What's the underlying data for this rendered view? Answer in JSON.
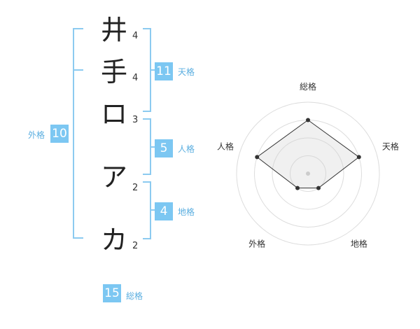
{
  "name": {
    "chars": [
      "井",
      "手",
      "ロ",
      "ア",
      "カ"
    ],
    "strokes": [
      "4",
      "4",
      "3",
      "2",
      "2"
    ]
  },
  "grades": {
    "tenkaku": {
      "label": "天格",
      "value": "11"
    },
    "jinkaku": {
      "label": "人格",
      "value": "5"
    },
    "chikaku": {
      "label": "地格",
      "value": "4"
    },
    "gaikaku": {
      "label": "外格",
      "value": "10"
    },
    "soukaku": {
      "label": "総格",
      "value": "15"
    }
  },
  "chart_data": {
    "type": "radar",
    "axes": [
      "総格",
      "天格",
      "地格",
      "外格",
      "人格"
    ],
    "values": [
      3,
      3,
      1,
      1,
      3
    ],
    "max": 4
  }
}
